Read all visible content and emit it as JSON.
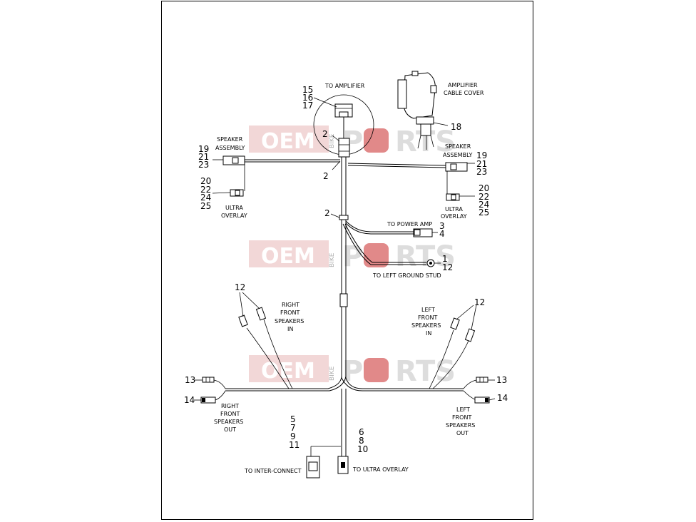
{
  "watermark": {
    "oem": "OEM",
    "bike": "BIKE",
    "p": "P",
    "a": "a",
    "rts": "RTS"
  },
  "labels": {
    "to_amplifier": "TO AMPLIFIER",
    "amplifier_cable_cover_1": "AMPLIFIER",
    "amplifier_cable_cover_2": "CABLE COVER",
    "speaker_assembly_1": "SPEAKER",
    "speaker_assembly_2": "ASSEMBLY",
    "ultra_1": "ULTRA",
    "overlay_2": "OVERLAY",
    "to_power_amp": "TO POWER AMP",
    "to_left_ground_stud": "TO LEFT GROUND STUD",
    "right_1": "RIGHT",
    "left_1": "LEFT",
    "front": "FRONT",
    "speakers": "SPEAKERS",
    "in": "IN",
    "out": "OUT",
    "to_inter_connect": "TO INTER-CONNECT",
    "to_ultra_overlay": "TO ULTRA OVERLAY"
  },
  "numbers": {
    "n15": "15",
    "n16": "16",
    "n17": "17",
    "n18": "18",
    "n2": "2",
    "n19": "19",
    "n21": "21",
    "n23": "23",
    "n20": "20",
    "n22": "22",
    "n24": "24",
    "n25": "25",
    "n3": "3",
    "n4": "4",
    "n1": "1",
    "n12": "12",
    "n13": "13",
    "n14": "14",
    "n5": "5",
    "n7": "7",
    "n9": "9",
    "n11": "11",
    "n6": "6",
    "n8": "8",
    "n10": "10"
  }
}
